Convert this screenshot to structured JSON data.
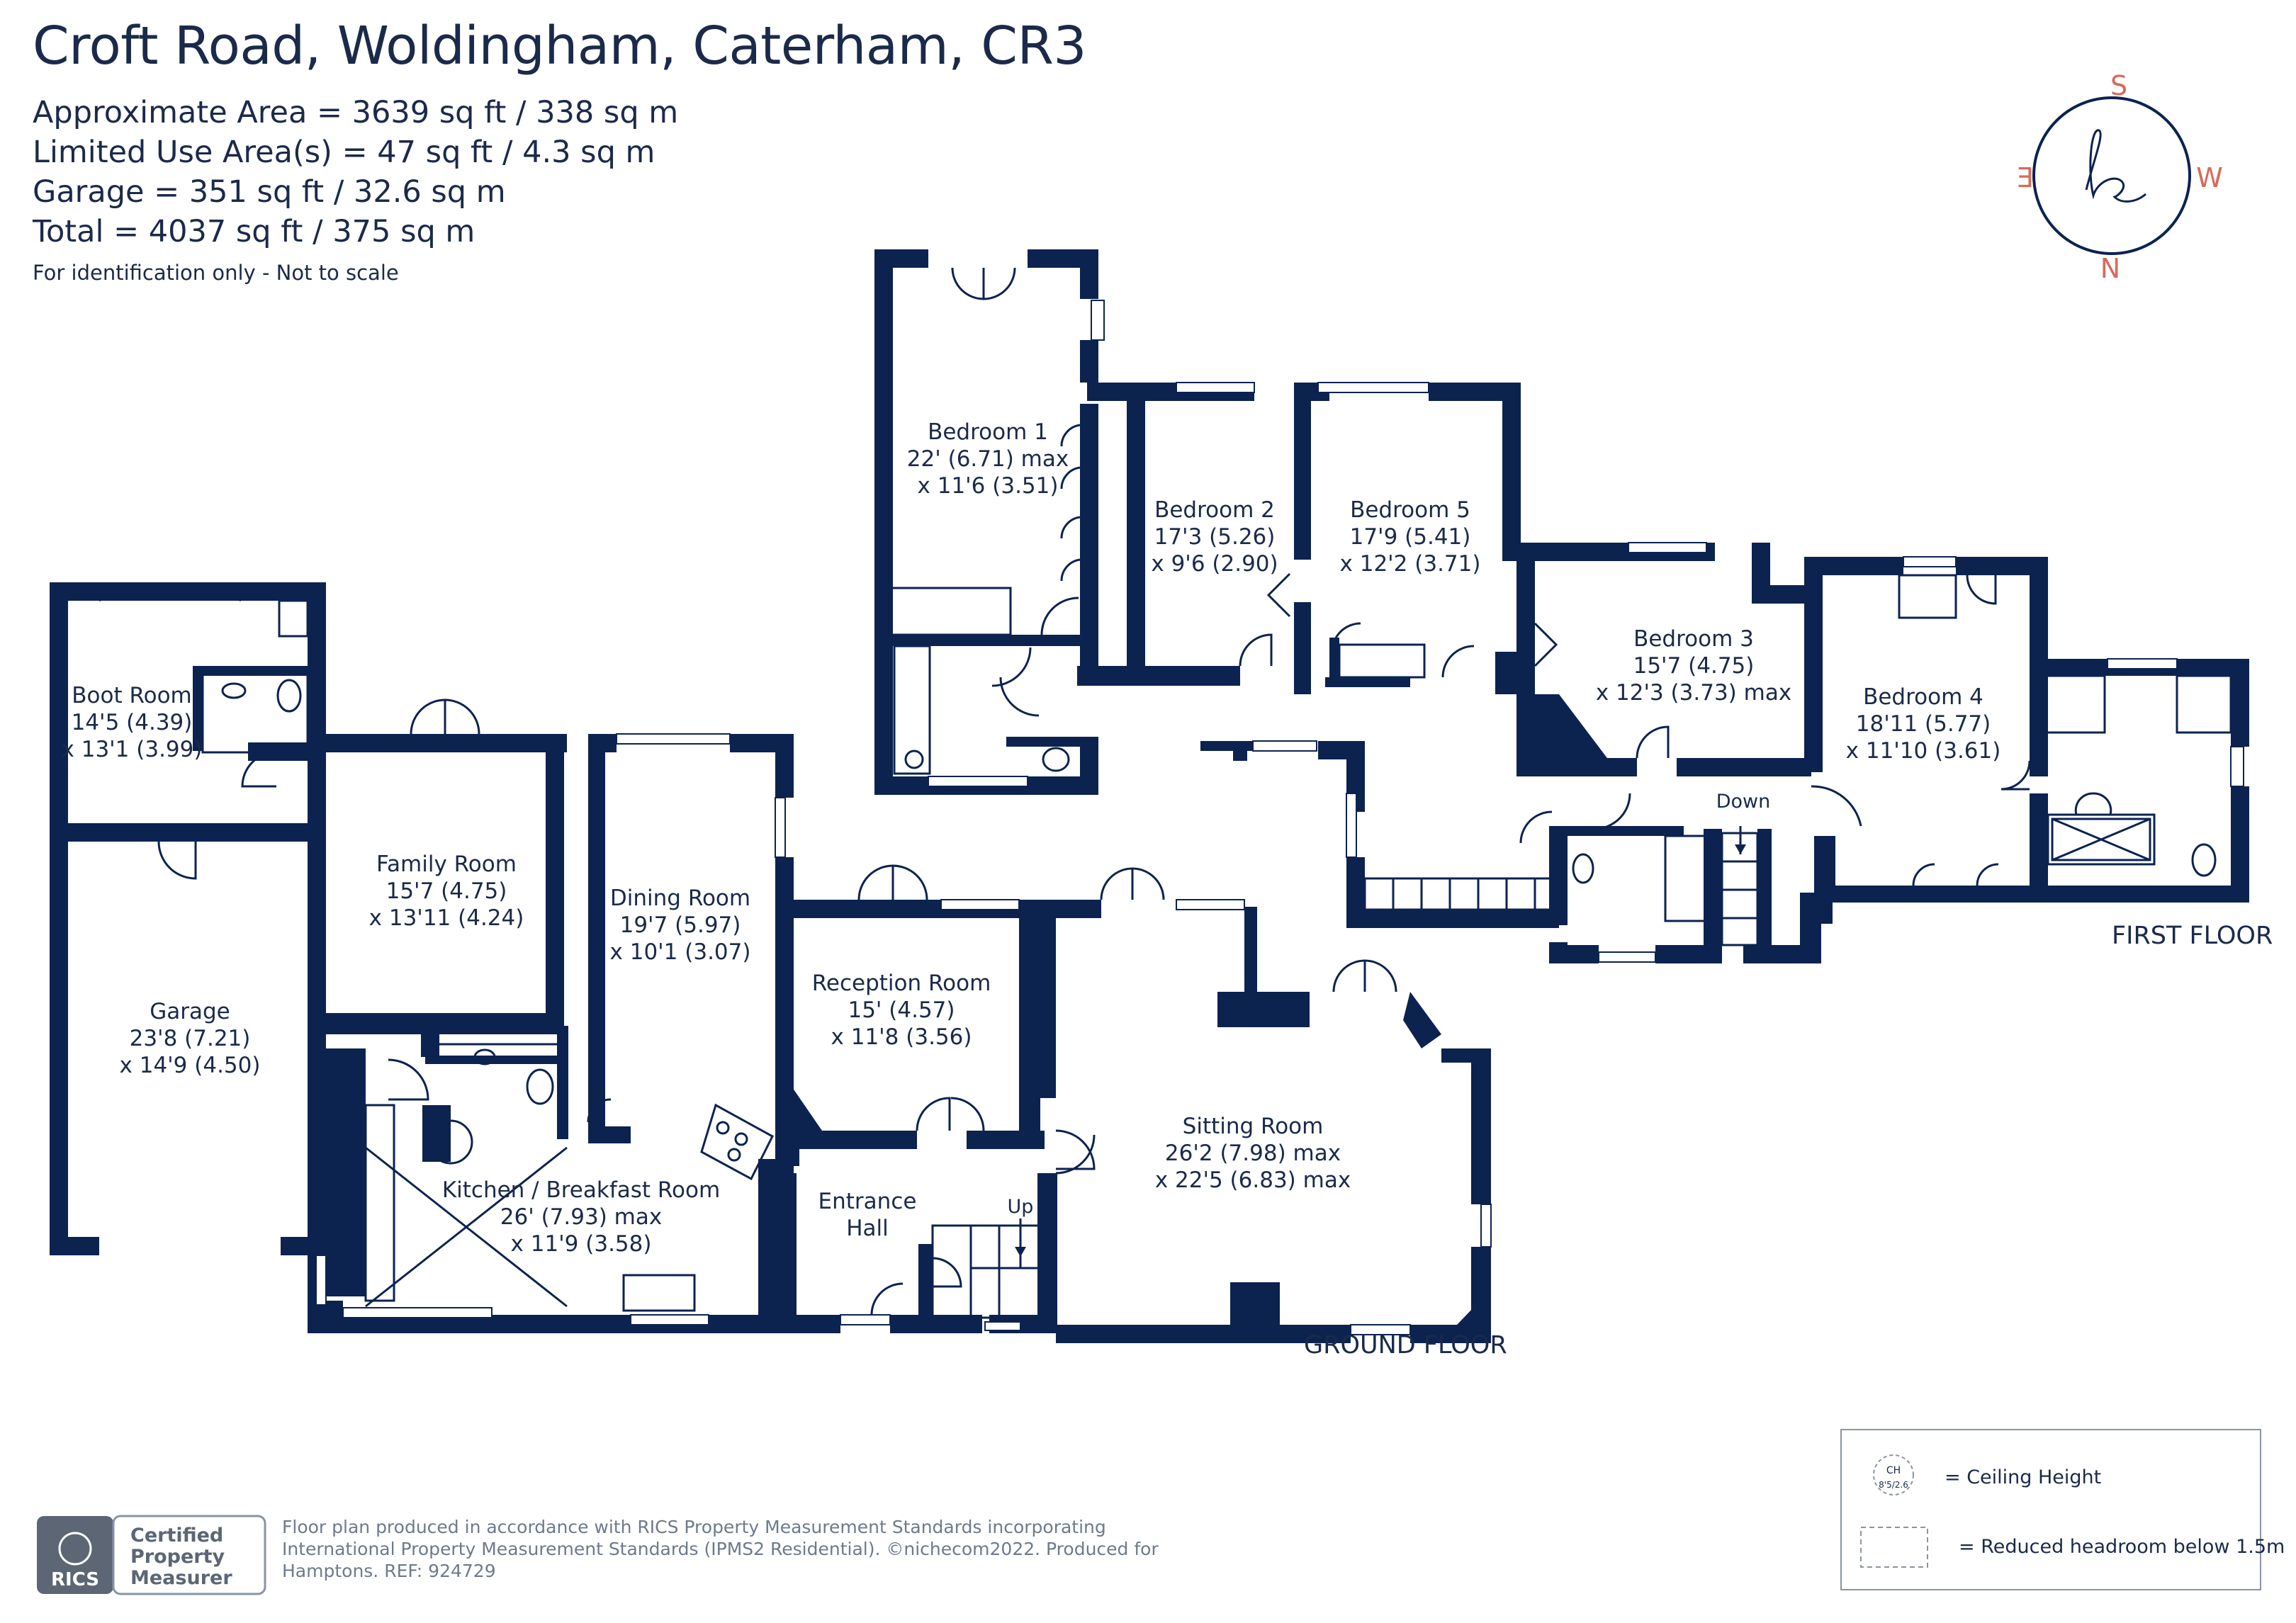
{
  "header": {
    "title": "Croft Road, Woldingham, Caterham, CR3",
    "areas": [
      "Approximate Area = 3639 sq ft / 338 sq m",
      "Limited Use Area(s) = 47 sq ft / 4.3 sq m",
      "Garage = 351 sq ft / 32.6 sq m",
      "Total = 4037 sq ft / 375 sq m"
    ],
    "note": "For identification only - Not to scale"
  },
  "compass": {
    "north": "N",
    "south": "S",
    "east": "E",
    "west": "W",
    "accent": "#d9695a"
  },
  "floors": {
    "ground": "GROUND FLOOR",
    "first": "FIRST FLOOR"
  },
  "rooms": {
    "boot": [
      "Boot Room",
      "14'5 (4.39)",
      "x 13'1 (3.99)"
    ],
    "garage": [
      "Garage",
      "23'8 (7.21)",
      "x 14'9 (4.50)"
    ],
    "family": [
      "Family Room",
      "15'7 (4.75)",
      "x 13'11 (4.24)"
    ],
    "dining": [
      "Dining Room",
      "19'7 (5.97)",
      "x 10'1 (3.07)"
    ],
    "kitchen": [
      "Kitchen / Breakfast Room",
      "26' (7.93) max",
      "x 11'9 (3.58)"
    ],
    "reception": [
      "Reception Room",
      "15' (4.57)",
      "x 11'8 (3.56)"
    ],
    "entrance": [
      "Entrance",
      "Hall"
    ],
    "sitting": [
      "Sitting Room",
      "26'2 (7.98) max",
      "x 22'5 (6.83) max"
    ],
    "bed1": [
      "Bedroom 1",
      "22' (6.71) max",
      "x 11'6 (3.51)"
    ],
    "bed2": [
      "Bedroom 2",
      "17'3 (5.26)",
      "x 9'6 (2.90)"
    ],
    "bed5": [
      "Bedroom 5",
      "17'9 (5.41)",
      "x 12'2 (3.71)"
    ],
    "bed3": [
      "Bedroom 3",
      "15'7 (4.75)",
      "x 12'3 (3.73) max"
    ],
    "bed4": [
      "Bedroom 4",
      "18'11 (5.77)",
      "x 11'10 (3.61)"
    ]
  },
  "stairs": {
    "up": "Up",
    "down": "Down"
  },
  "key": {
    "ch_label": "CH",
    "ch_value": "8'5/2.6",
    "ceiling": "= Ceiling Height",
    "headroom": "= Reduced headroom below 1.5m"
  },
  "footer": {
    "badge_org": "RICS",
    "badge_text": [
      "Certified",
      "Property",
      "Measurer"
    ],
    "lines": [
      "Floor plan produced in accordance with RICS Property Measurement Standards incorporating",
      "International Property Measurement Standards (IPMS2 Residential).   ©nichecom2022.   Produced for",
      "Hamptons.   REF: 924729"
    ]
  },
  "colors": {
    "wall": "#0c2350",
    "text": "#1b2a4a",
    "muted": "#6e7a8c"
  }
}
